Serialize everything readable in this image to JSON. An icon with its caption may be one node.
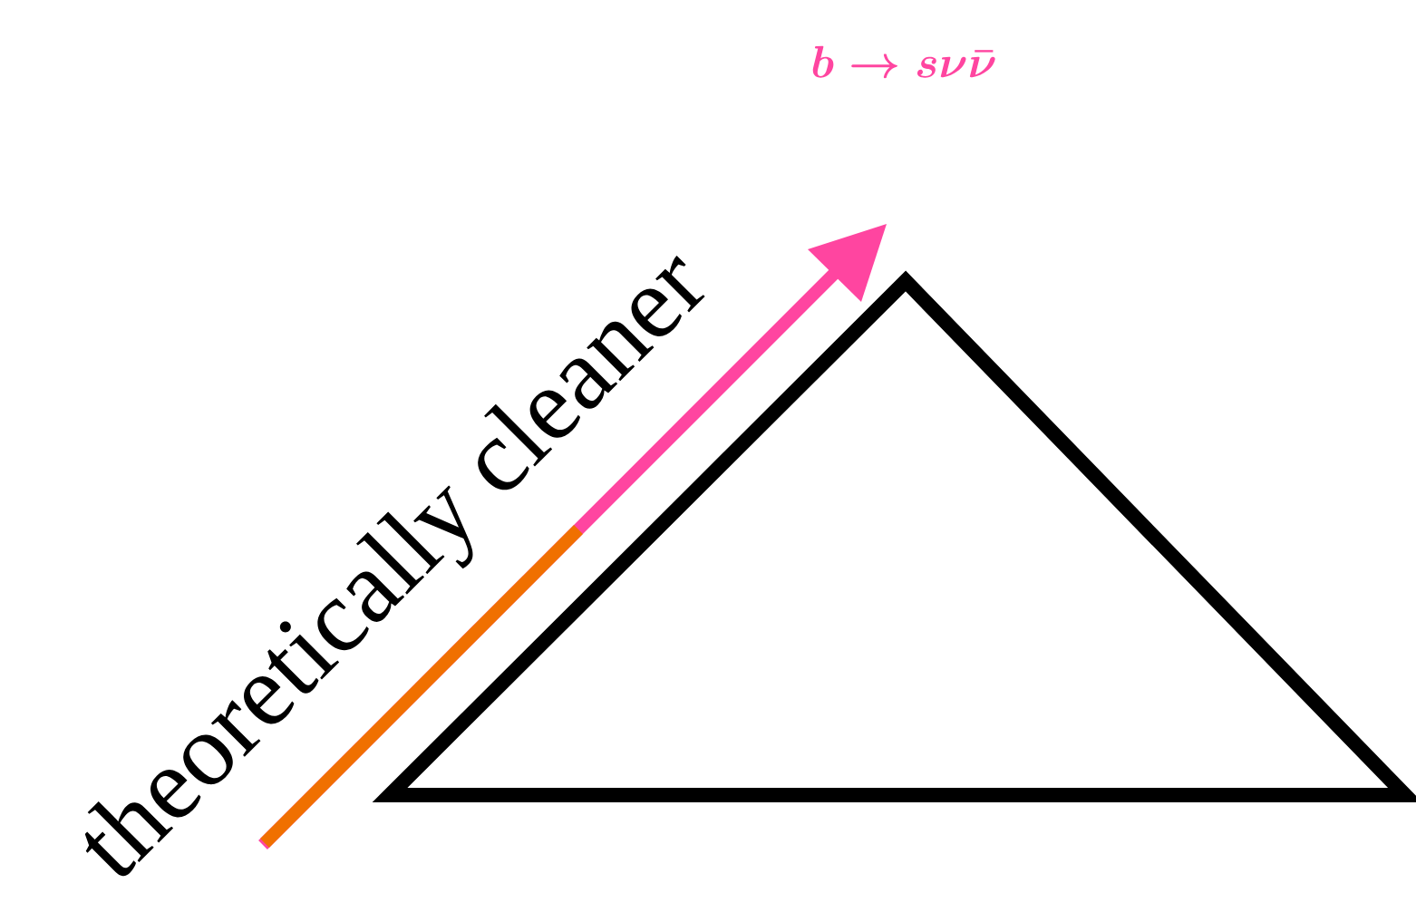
{
  "diagram": {
    "nodes": [
      {
        "text": [],
        "shape": "triangle"
      }
    ],
    "labels": [
      "theoretically cleaner",
      "b \\to s\\nu\\bar{\\nu}"
    ]
  }
}
